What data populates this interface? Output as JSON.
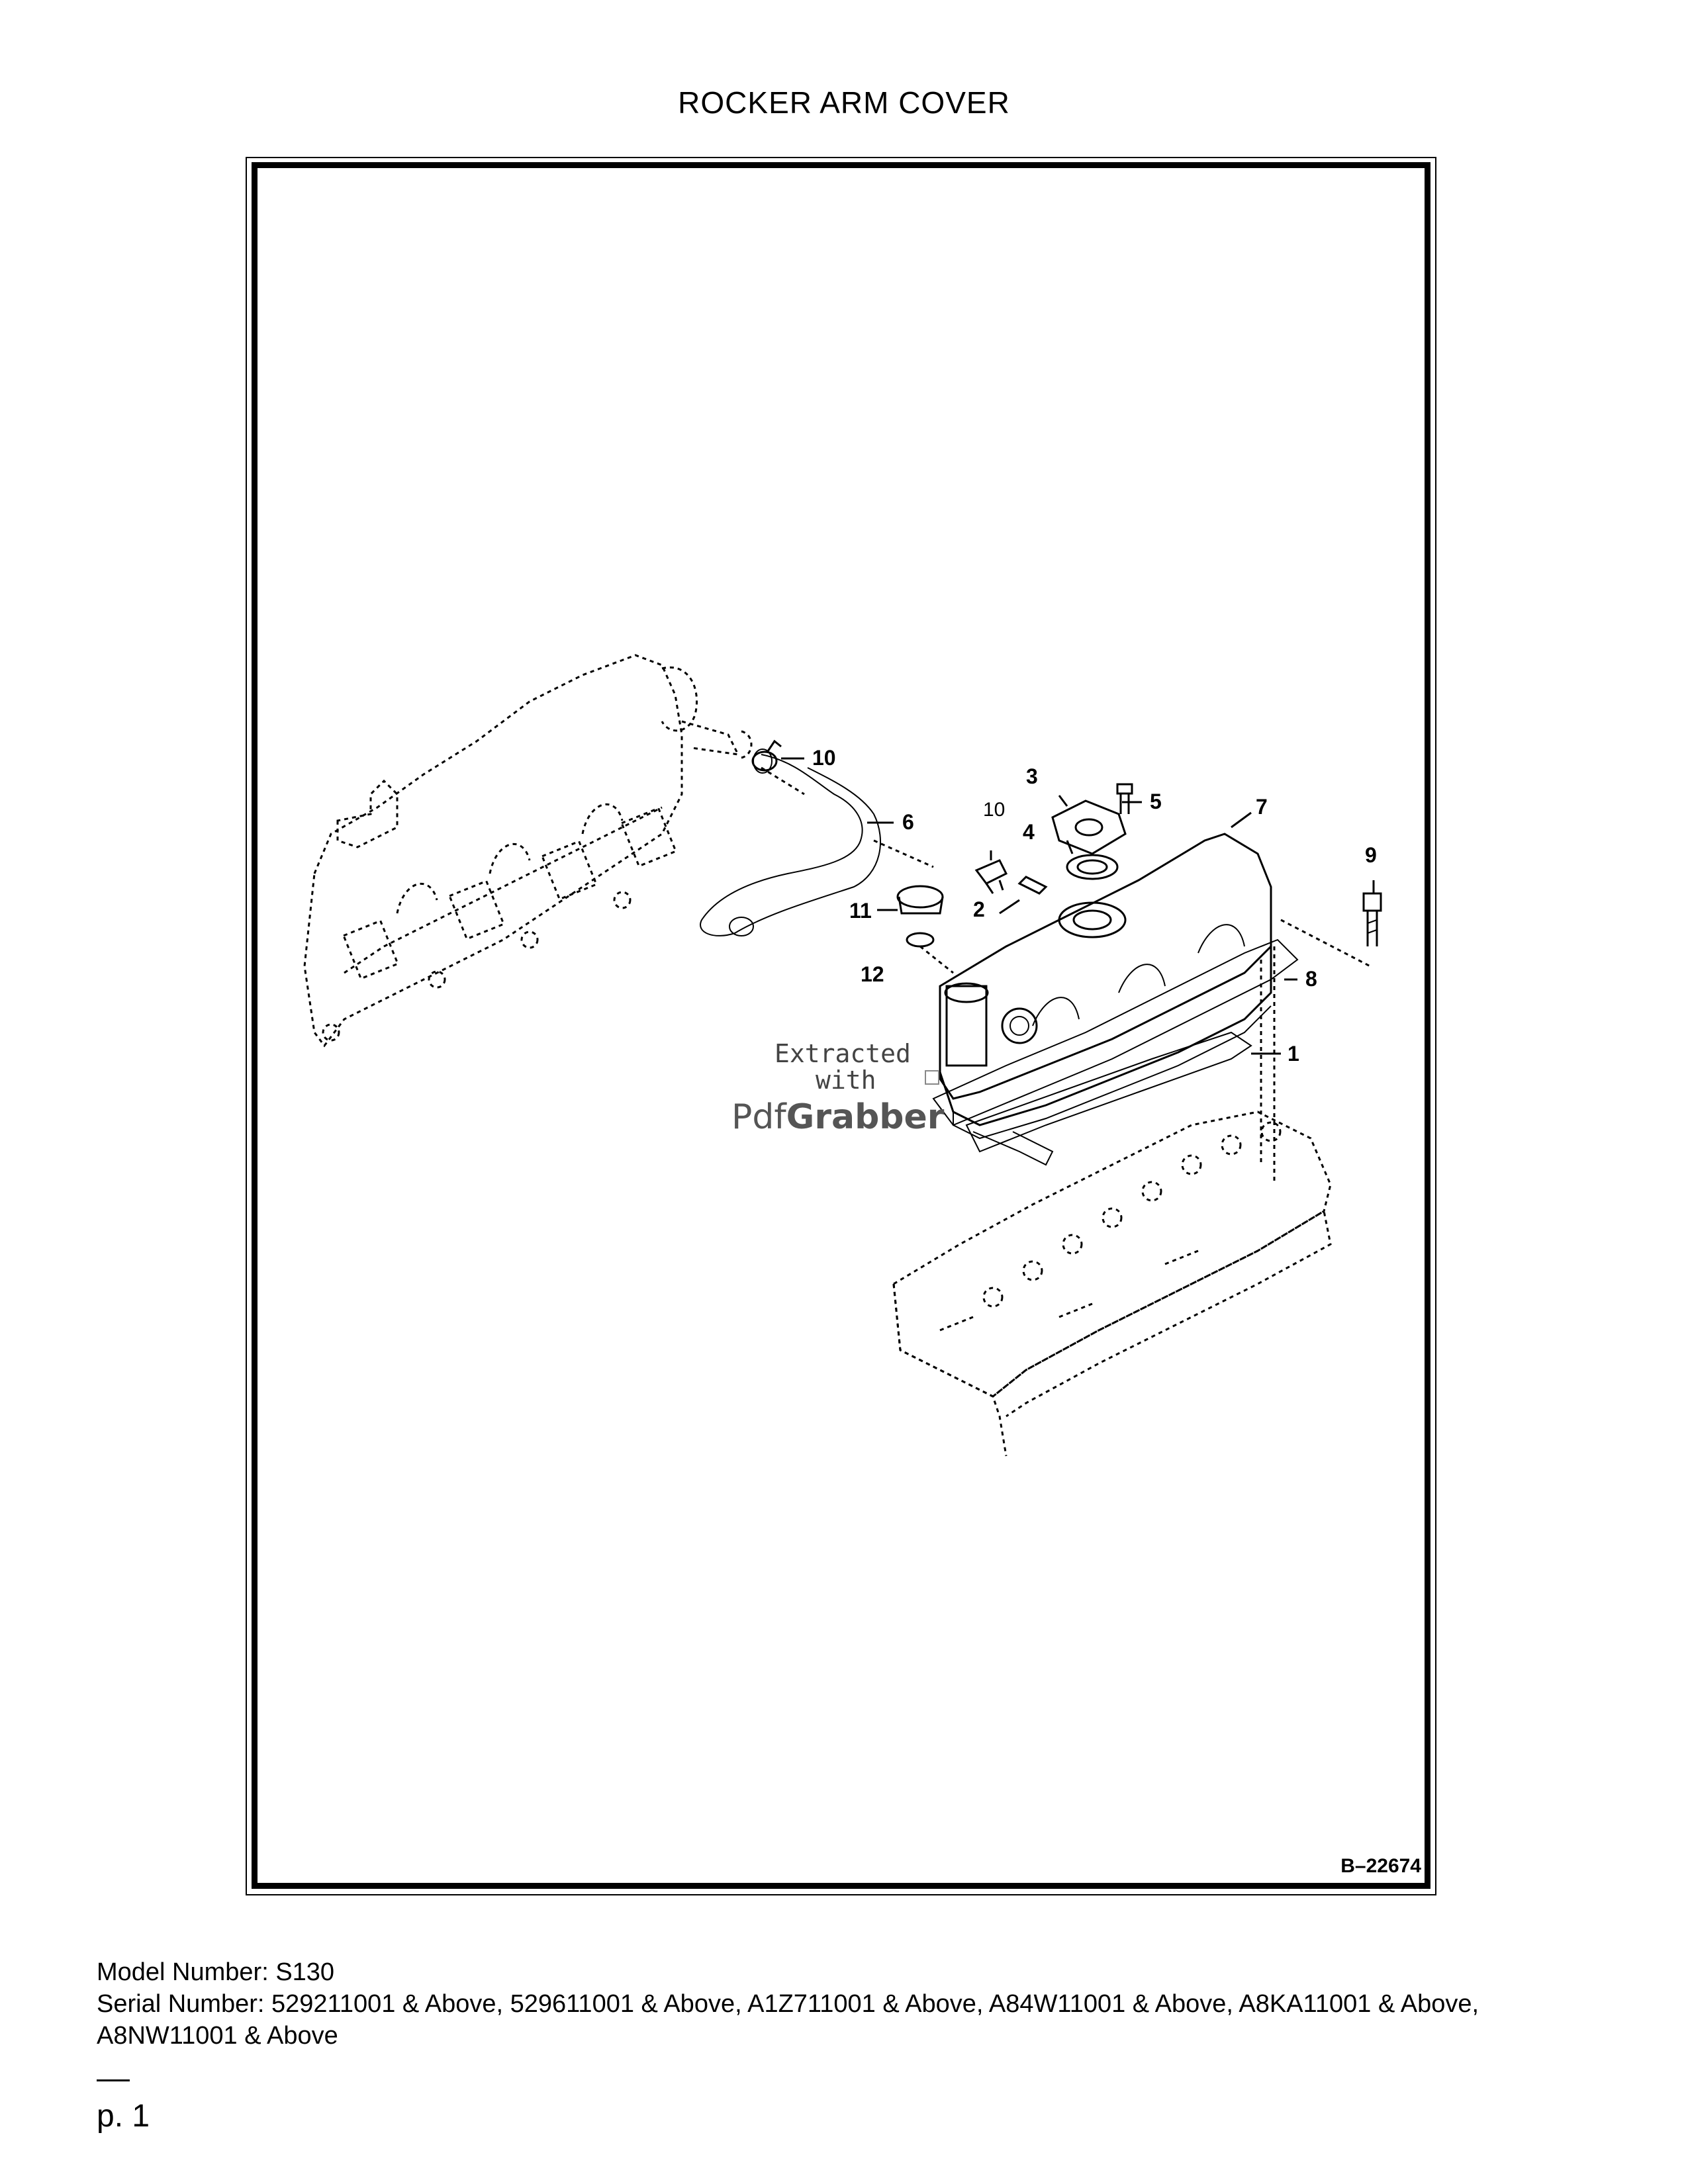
{
  "page_title": "ROCKER ARM COVER",
  "diagram": {
    "drawing_number": "B–22674",
    "callouts": {
      "c1": "1",
      "c2": "2",
      "c3": "3",
      "c4": "4",
      "c5": "5",
      "c6": "6",
      "c7": "7",
      "c8": "8",
      "c9": "9",
      "c10a": "10",
      "c10b": "10",
      "c11": "11",
      "c12": "12"
    },
    "watermark": {
      "line1": "Extracted",
      "line2": "with",
      "brand_a": "Pdf",
      "brand_b": "Grabber"
    }
  },
  "footer": {
    "model": "Model Number: S130",
    "serial": "Serial Number: 529211001 & Above, 529611001 & Above, A1Z711001 & Above, A84W11001 & Above, A8KA11001 & Above, A8NW11001 & Above",
    "page": "p. 1"
  }
}
